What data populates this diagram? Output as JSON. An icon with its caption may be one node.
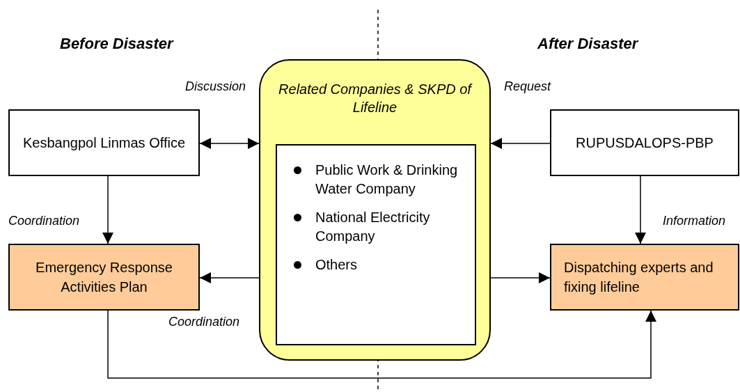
{
  "diagram": {
    "nodes": [
      {
        "text": [
          "Kesbangpol Linmas Office"
        ]
      },
      {
        "text": [
          "Related Companies & SKPD of Lifeline"
        ]
      },
      {
        "text": [
          "Public Work & Drinking Water Company",
          "National Electricity Company",
          "Others"
        ],
        "in": 1
      },
      {
        "text": [
          "RUPUSDALOPS-PBP"
        ]
      },
      {
        "text": [
          "Emergency Response Activities Plan"
        ]
      },
      {
        "text": [
          "Dispatching experts and fixing lifeline"
        ]
      }
    ],
    "edges": [
      {
        "from": 0,
        "to": 1,
        "arrow": "both",
        "label": "Discussion"
      },
      {
        "from": 3,
        "to": 1,
        "arrow": "to",
        "label": "Request"
      },
      {
        "from": 0,
        "to": 4,
        "arrow": "to",
        "label": "Coordination"
      },
      {
        "from": 1,
        "to": 4,
        "arrow": "to",
        "label": "Coordination"
      },
      {
        "from": 3,
        "to": 5,
        "arrow": "to",
        "label": "Information"
      },
      {
        "from": 1,
        "to": 5,
        "arrow": "to"
      },
      {
        "from": 4,
        "to": 5,
        "arrow": "to"
      }
    ],
    "labels": [
      "Before Disaster",
      "After Disaster"
    ]
  }
}
